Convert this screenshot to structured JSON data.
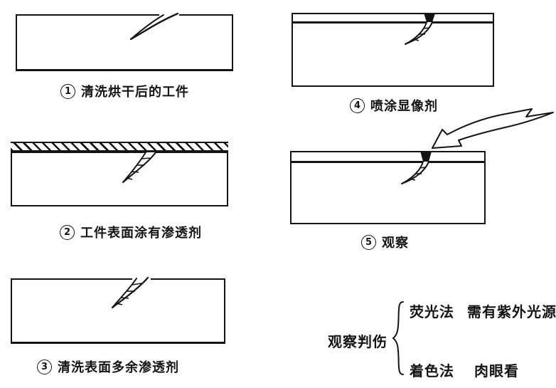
{
  "figure": {
    "colors": {
      "ink": "#141414",
      "paper": "#ffffff"
    },
    "steps": [
      {
        "number": "1",
        "label": "清洗烘干后的工件"
      },
      {
        "number": "2",
        "label": "工件表面涂有渗透剂"
      },
      {
        "number": "3",
        "label": "清洗表面多余渗透剂"
      },
      {
        "number": "4",
        "label": "喷涂显像剂"
      },
      {
        "number": "5",
        "label": "观察"
      }
    ],
    "legend": {
      "root": "观察判伤",
      "branches": [
        {
          "method": "荧光法",
          "note": "需有紫外光源"
        },
        {
          "method": "着色法",
          "note": "肉眼看"
        }
      ]
    }
  }
}
